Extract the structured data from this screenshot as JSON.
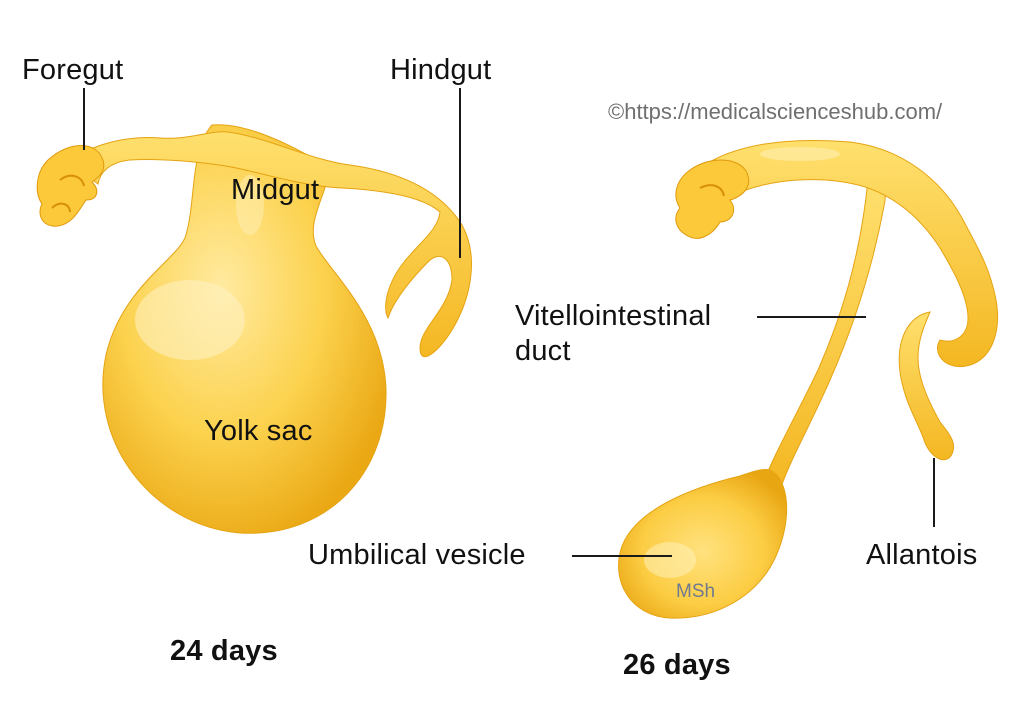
{
  "credit": "©https://medicalscienceshub.com/",
  "watermark": "MSh",
  "colors": {
    "structure_fill": "#fbc93a",
    "structure_highlight": "#ffe899",
    "structure_shadow": "#e6a10f",
    "leader_line": "#1a1a1a"
  },
  "left_stage": {
    "caption": "24 days",
    "labels": {
      "foregut": "Foregut",
      "hindgut": "Hindgut",
      "midgut": "Midgut",
      "yolk_sac": "Yolk sac"
    }
  },
  "right_stage": {
    "caption": "26 days",
    "labels": {
      "vitellointestinal_line1": "Vitellointestinal",
      "vitellointestinal_line2": "duct",
      "umbilical_vesicle": "Umbilical vesicle",
      "allantois": "Allantois"
    }
  }
}
